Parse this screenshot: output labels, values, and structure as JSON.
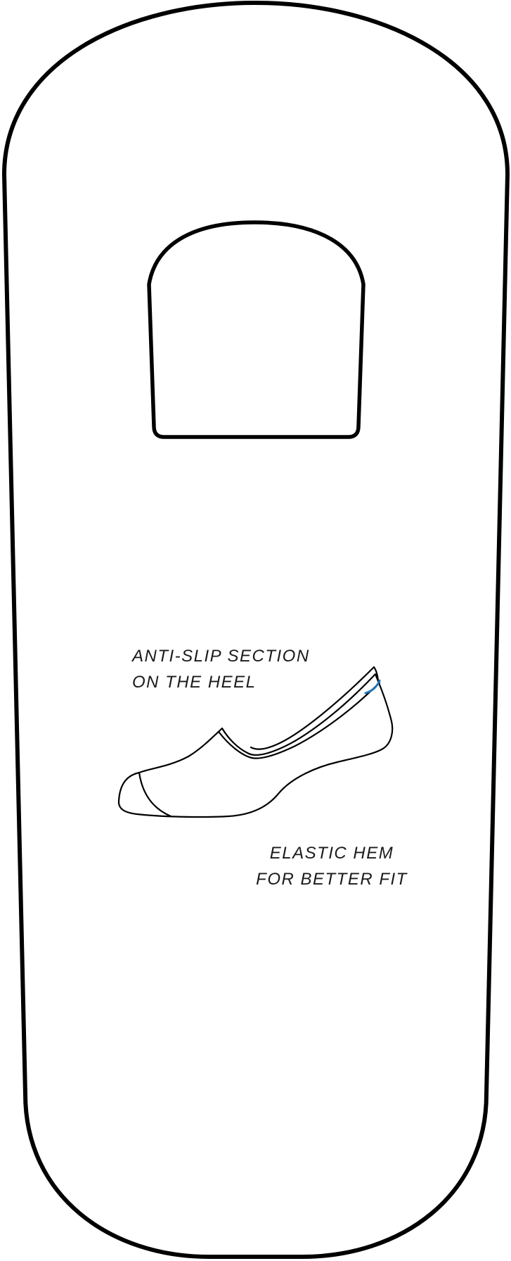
{
  "labels": {
    "anti_slip": {
      "line1": "ANTI-SLIP SECTION",
      "line2": "ON THE HEEL"
    },
    "elastic_hem": {
      "line1": "ELASTIC HEM",
      "line2": "FOR BETTER FIT"
    }
  },
  "colors": {
    "outline": "#000000",
    "text": "#1a1a1a",
    "accent": "#1f74b8",
    "background": "#ffffff"
  }
}
